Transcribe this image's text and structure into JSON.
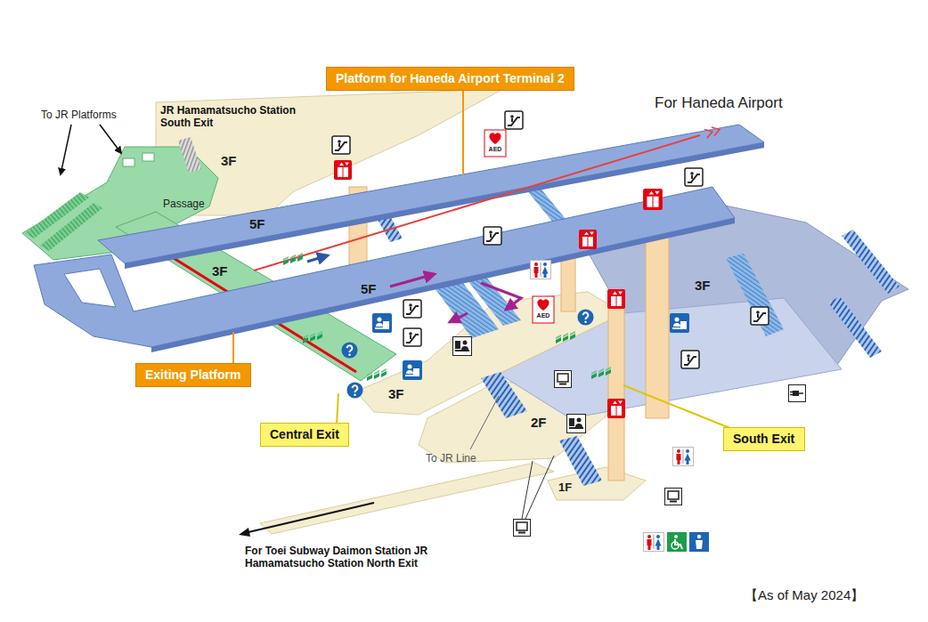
{
  "diagram": {
    "nodes": [
      {
        "text": [
          "Platform for Haneda Airport Terminal 2"
        ]
      },
      {
        "text": [
          "Exiting Platform"
        ]
      },
      {
        "text": [
          "Central Exit"
        ]
      },
      {
        "text": [
          "South Exit"
        ]
      }
    ],
    "labels": [
      "To JR Platforms",
      "JR Hamamatsucho Station South Exit",
      "3F",
      "Passage",
      "5F",
      "AED",
      "For Haneda Airport",
      "3F",
      "5F",
      "AED",
      "3F",
      "3F",
      "2F",
      "To JR Line",
      "1F",
      "For Toei Subway Daimon Station JR Hamamatsucho Station North Exit",
      "【As of May 2024】"
    ]
  }
}
